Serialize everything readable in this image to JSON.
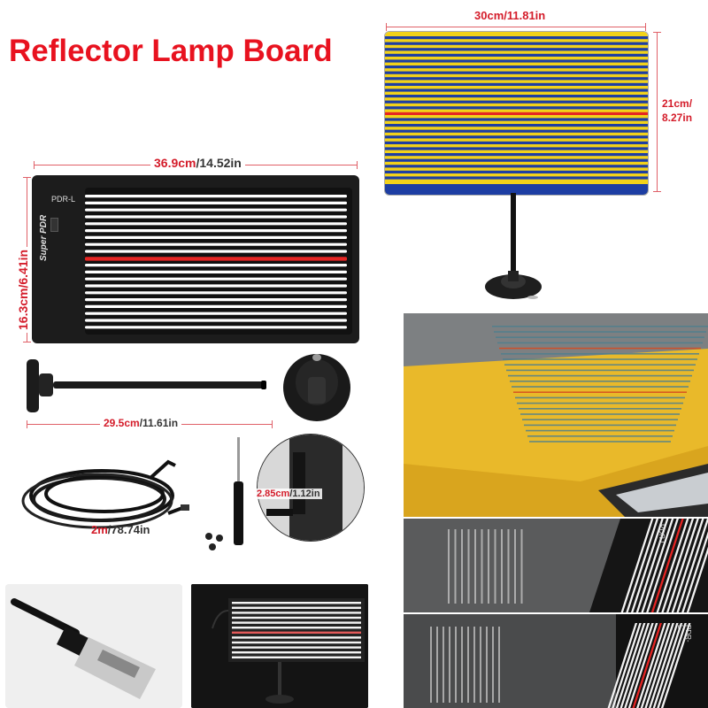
{
  "title": "Reflector Lamp Board",
  "yellow_board": {
    "width_label": "30cm/11.81in",
    "height_label_1": "21cm/",
    "height_label_2": "8.27in",
    "colors": {
      "yellow": "#f2d21a",
      "blue": "#1d3ea3",
      "red": "#e52523"
    }
  },
  "black_board": {
    "width_label_cm": "36.9cm",
    "width_label_in": "/14.52in",
    "height_label": "16.3cm/6.41in",
    "pdr_label": "PDR-L",
    "logo_text": "Super PDR",
    "colors": {
      "board": "#1c1c1c",
      "stripe": "#ffffff",
      "red": "#e52523"
    }
  },
  "rod": {
    "length_label_cm": "29.5cm",
    "length_label_in": "/11.61in"
  },
  "cable": {
    "length_label_cm": "2m",
    "length_label_in": "/78.74in"
  },
  "slot": {
    "thickness_label_cm": "2.85cm",
    "thickness_label_in": "/1.12in"
  },
  "photo_2": {
    "board_label": "PDR-L"
  },
  "photo_3": {
    "board_label": "PDR-L"
  },
  "accent_color": "#e8121f"
}
